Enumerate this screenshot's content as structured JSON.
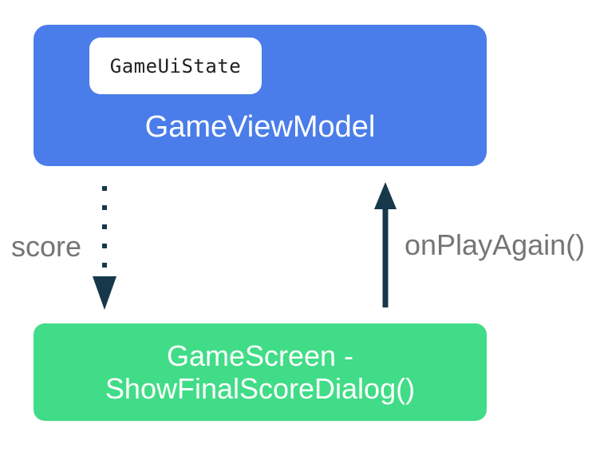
{
  "diagram": {
    "viewmodel_box": {
      "chip_label": "GameUiState",
      "title": "GameViewModel"
    },
    "screen_box": {
      "lines": [
        "GameScreen -",
        "ShowFinalScoreDialog()"
      ]
    },
    "score_label": "score",
    "play_again_label": "onPlayAgain()",
    "colors": {
      "viewmodel_box_blue": "#4A7DE9",
      "screen_box_green": "#41DC87",
      "arrow_navy": "#16384A",
      "label_gray": "#757575",
      "chip_background": "#FFFFFF",
      "chip_text": "#202124",
      "box_text": "#FFFFFF"
    }
  }
}
